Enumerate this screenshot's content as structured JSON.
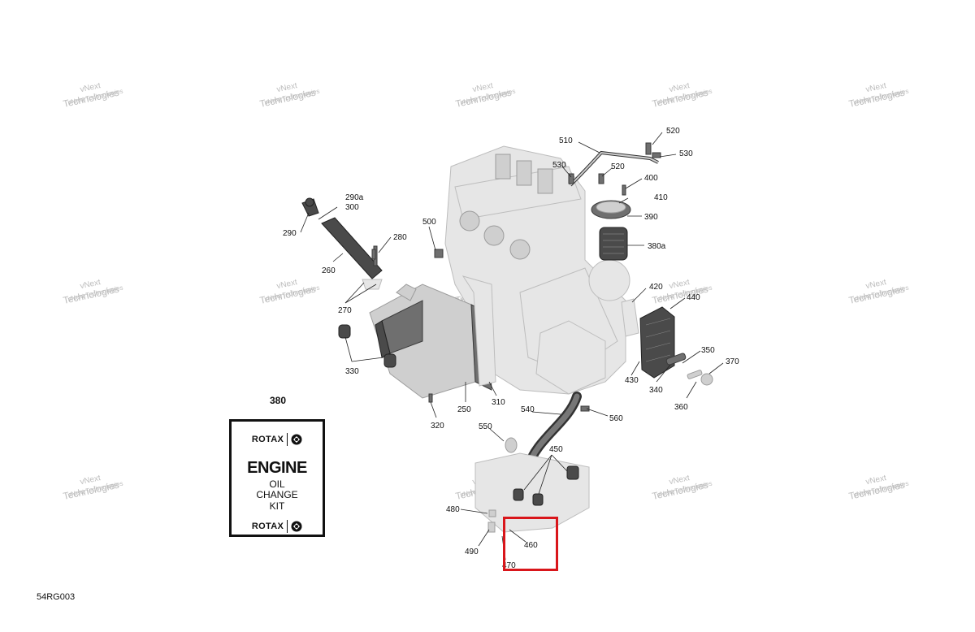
{
  "figure": {
    "code": "54RG003",
    "kit_reference": "380",
    "watermark": [
      "vNext",
      "Technologies",
      "vNext Technologies"
    ]
  },
  "kit": {
    "brand_top": "ROTAX",
    "brand_bottom": "ROTAX",
    "title_line1": "ENGINE",
    "title_line2": "OIL",
    "title_line3": "CHANGE",
    "title_line4": "KIT"
  },
  "highlight": {
    "part": "460",
    "color": "#d9161b"
  },
  "callouts": {
    "c510": "510",
    "c520a": "520",
    "c530a": "530",
    "c530b": "530",
    "c520b": "520",
    "c400": "400",
    "c410": "410",
    "c390": "390",
    "c380a": "380a",
    "c290a": "290a",
    "c300": "300",
    "c290": "290",
    "c280": "280",
    "c500": "500",
    "c260": "260",
    "c270": "270",
    "c420": "420",
    "c440": "440",
    "c330": "330",
    "c350": "350",
    "c370": "370",
    "c430": "430",
    "c340": "340",
    "c360": "360",
    "c250": "250",
    "c310": "310",
    "c540": "540",
    "c560": "560",
    "c320": "320",
    "c550": "550",
    "c450": "450",
    "c480": "480",
    "c460": "460",
    "c490": "490",
    "c470": "470"
  }
}
